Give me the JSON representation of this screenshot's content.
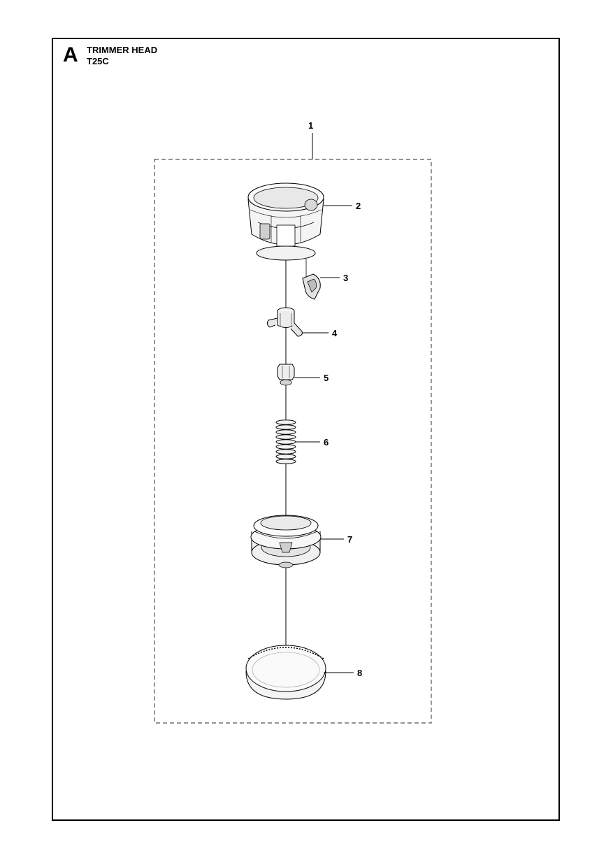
{
  "header": {
    "section_letter": "A",
    "title": "TRIMMER HEAD",
    "model": "T25C"
  },
  "callouts": [
    {
      "number": "1",
      "part": "trimmer-head-assembly"
    },
    {
      "number": "2",
      "part": "housing"
    },
    {
      "number": "3",
      "part": "eyelet"
    },
    {
      "number": "4",
      "part": "spring-clip"
    },
    {
      "number": "5",
      "part": "nut"
    },
    {
      "number": "6",
      "part": "spring"
    },
    {
      "number": "7",
      "part": "spool"
    },
    {
      "number": "8",
      "part": "cover"
    }
  ]
}
